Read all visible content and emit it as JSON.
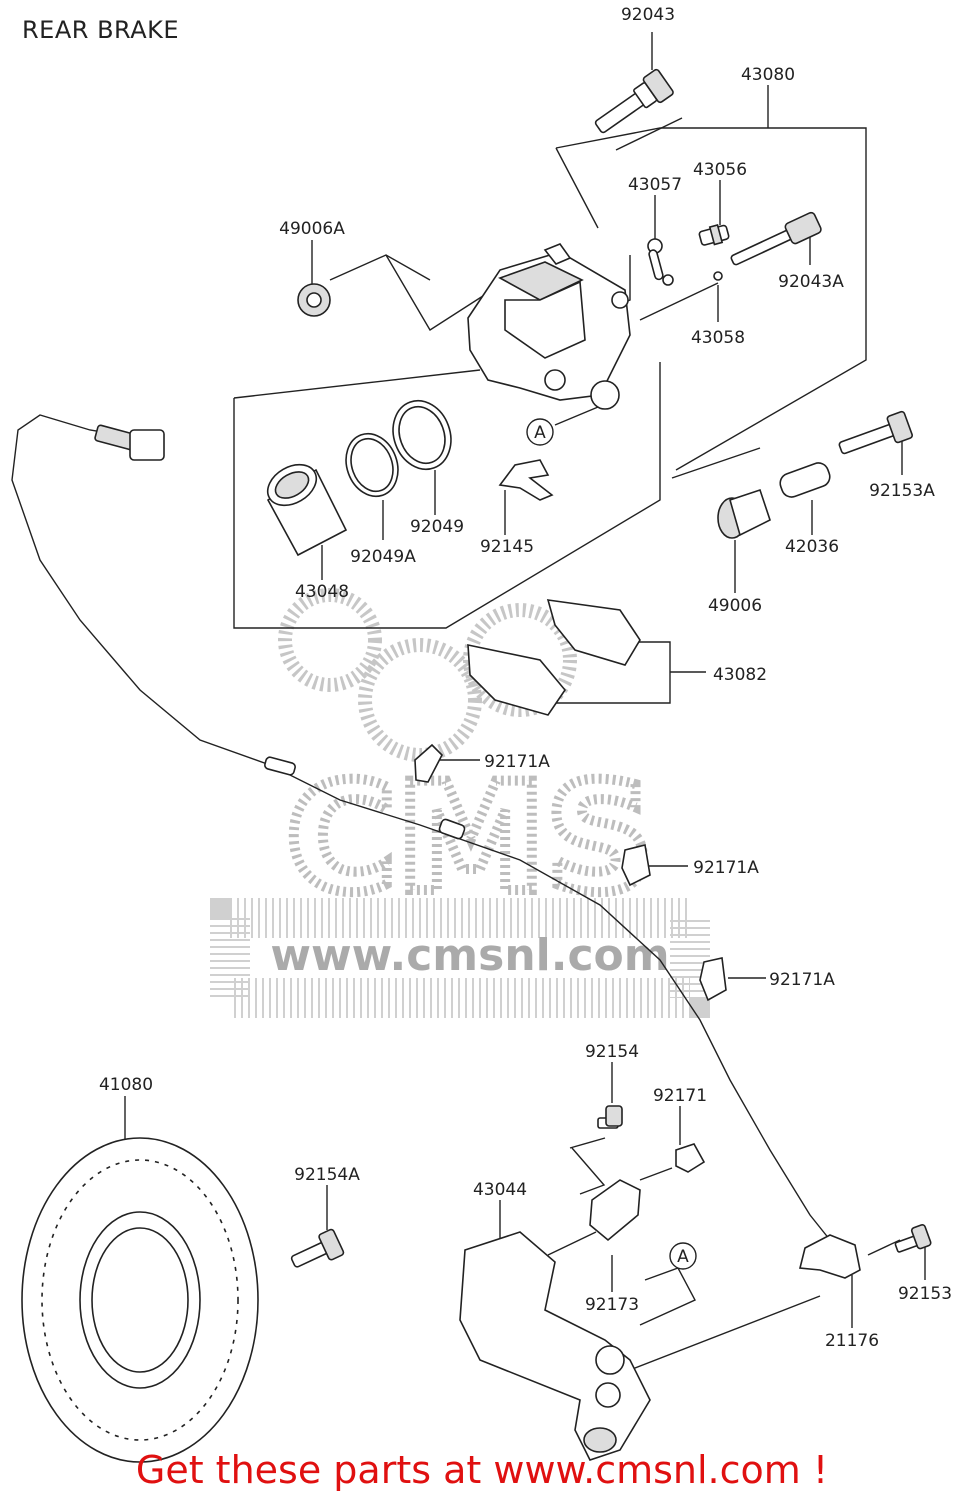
{
  "page": {
    "title": "REAR BRAKE"
  },
  "footer": {
    "text": "Get these parts at www.cmsnl.com !"
  },
  "watermark": {
    "text": "CMS",
    "url": "www.cmsnl.com"
  },
  "callouts": [
    {
      "id": "92043",
      "label": "92043"
    },
    {
      "id": "43080",
      "label": "43080"
    },
    {
      "id": "43056",
      "label": "43056"
    },
    {
      "id": "43057",
      "label": "43057"
    },
    {
      "id": "49006A",
      "label": "49006A"
    },
    {
      "id": "92043A",
      "label": "92043A"
    },
    {
      "id": "43058",
      "label": "43058"
    },
    {
      "id": "A1",
      "label": "A"
    },
    {
      "id": "92153A",
      "label": "92153A"
    },
    {
      "id": "92049",
      "label": "92049"
    },
    {
      "id": "92049A",
      "label": "92049A"
    },
    {
      "id": "92145",
      "label": "92145"
    },
    {
      "id": "42036",
      "label": "42036"
    },
    {
      "id": "43048",
      "label": "43048"
    },
    {
      "id": "49006",
      "label": "49006"
    },
    {
      "id": "43082",
      "label": "43082"
    },
    {
      "id": "92171A_1",
      "label": "92171A"
    },
    {
      "id": "92171A_2",
      "label": "92171A"
    },
    {
      "id": "92171A_3",
      "label": "92171A"
    },
    {
      "id": "92154",
      "label": "92154"
    },
    {
      "id": "41080",
      "label": "41080"
    },
    {
      "id": "92171",
      "label": "92171"
    },
    {
      "id": "92154A",
      "label": "92154A"
    },
    {
      "id": "43044",
      "label": "43044"
    },
    {
      "id": "A2",
      "label": "A"
    },
    {
      "id": "92173",
      "label": "92173"
    },
    {
      "id": "92153",
      "label": "92153"
    },
    {
      "id": "21176",
      "label": "21176"
    }
  ]
}
